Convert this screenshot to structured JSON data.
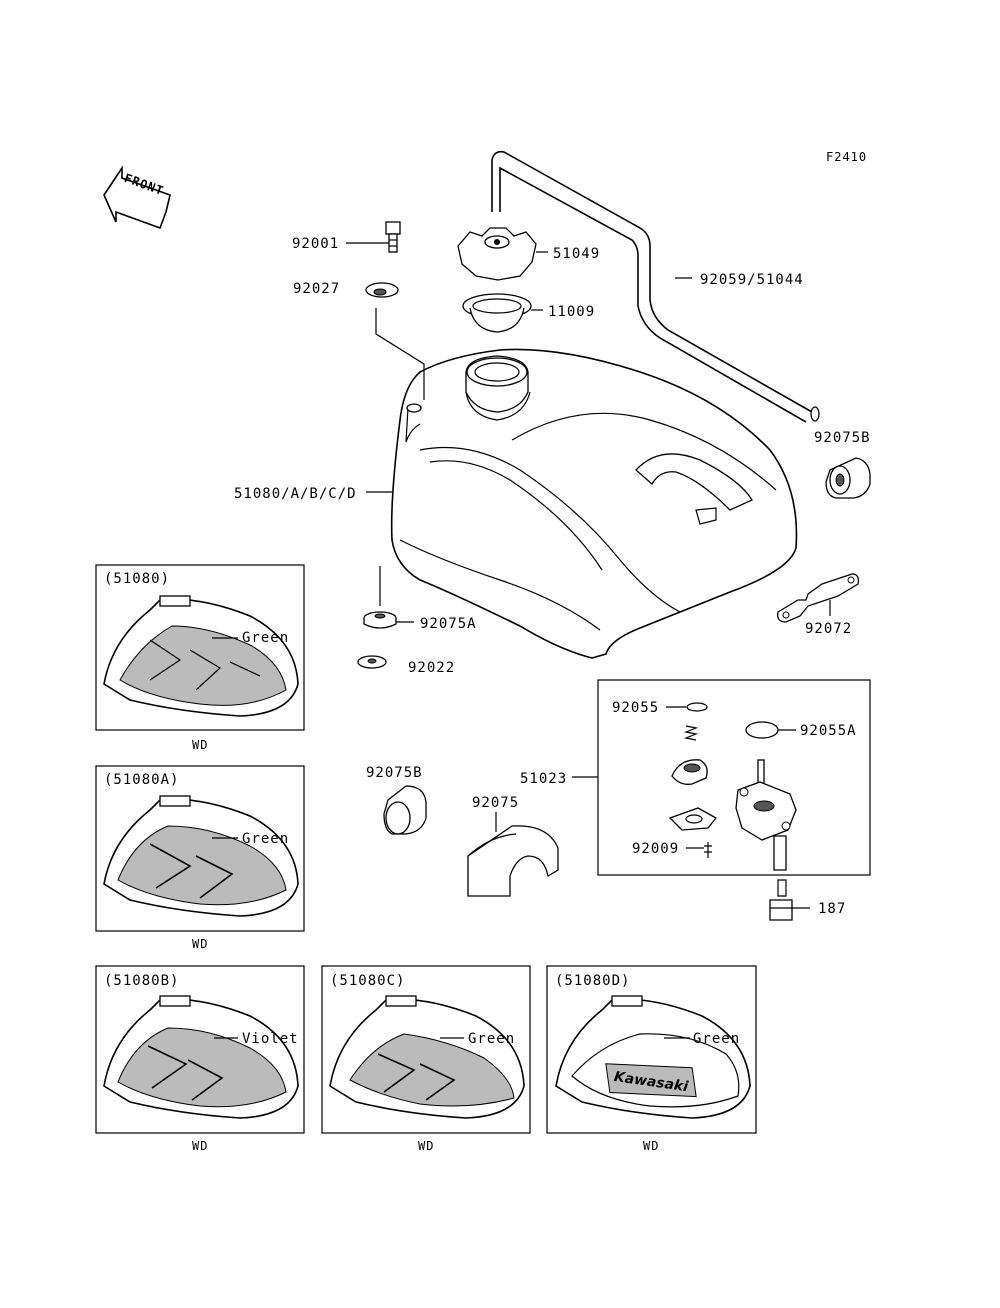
{
  "figure_code": "F2410",
  "front_label": "FRONT",
  "callouts": {
    "p92001": "92001",
    "p51049": "51049",
    "p92027": "92027",
    "p11009": "11009",
    "p92059": "92059/51044",
    "p92075B_top": "92075B",
    "p51080": "51080/A/B/C/D",
    "p92075A": "92075A",
    "p92072": "92072",
    "p92022": "92022",
    "p92055": "92055",
    "p92055A": "92055A",
    "p92075B_low": "92075B",
    "p51023": "51023",
    "p92075": "92075",
    "p92009": "92009",
    "p187": "187"
  },
  "decal_variants": [
    {
      "code": "(51080)",
      "color": "Green",
      "market": "WD"
    },
    {
      "code": "(51080A)",
      "color": "Green",
      "market": "WD"
    },
    {
      "code": "(51080B)",
      "color": "Violet",
      "market": "WD"
    },
    {
      "code": "(51080C)",
      "color": "Green",
      "market": "WD"
    },
    {
      "code": "(51080D)",
      "color": "Green",
      "market": "WD"
    }
  ],
  "brand_mark": "Kawasaki"
}
